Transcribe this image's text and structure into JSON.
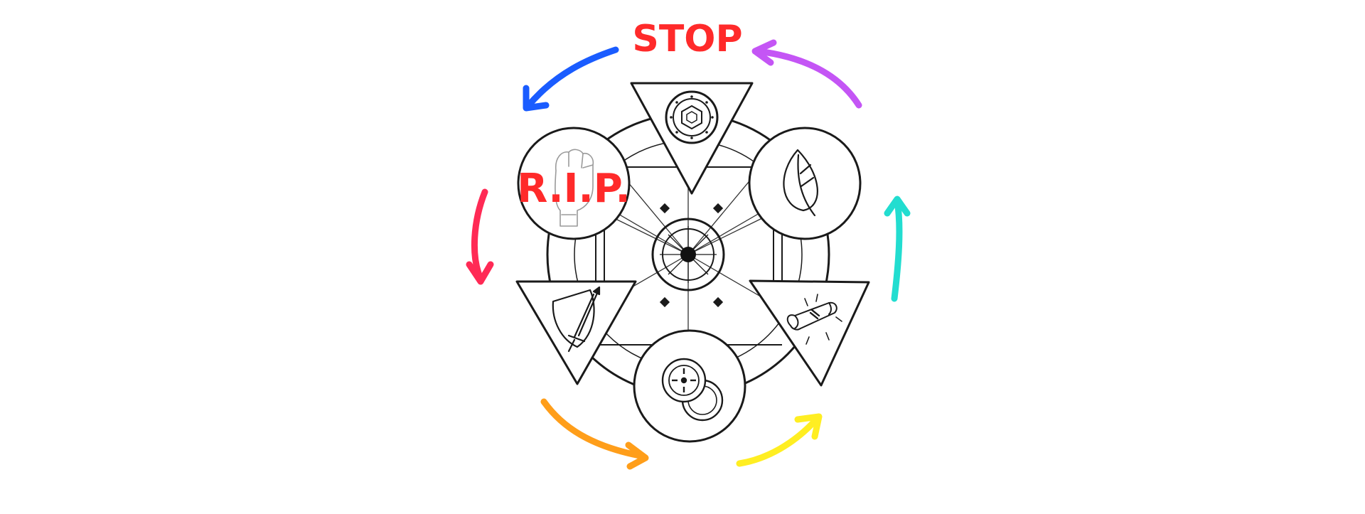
{
  "diagram": {
    "top_label": "STOP",
    "top_label_color": "#ff2a2a",
    "rip_label": "R.I.P.",
    "rip_label_color": "#ff2a2a",
    "nodes": [
      {
        "id": "top",
        "shape": "triangle",
        "icon": "shield-round-icon"
      },
      {
        "id": "upper-right",
        "shape": "circle",
        "icon": "leaf-icon"
      },
      {
        "id": "lower-right",
        "shape": "triangle",
        "icon": "scroll-icon"
      },
      {
        "id": "bottom",
        "shape": "circle",
        "icon": "coins-icon"
      },
      {
        "id": "lower-left",
        "shape": "triangle",
        "icon": "sword-shield-icon"
      },
      {
        "id": "upper-left",
        "shape": "circle",
        "icon": "raised-fist-icon"
      }
    ],
    "arrows": [
      {
        "id": "top-left",
        "color": "#1a5cff"
      },
      {
        "id": "left",
        "color": "#ff2a55"
      },
      {
        "id": "bottom-left",
        "color": "#ff9e1a"
      },
      {
        "id": "bottom-right",
        "color": "#ffee22"
      },
      {
        "id": "right",
        "color": "#22ddd0"
      },
      {
        "id": "top-right",
        "color": "#c455f5"
      }
    ]
  }
}
